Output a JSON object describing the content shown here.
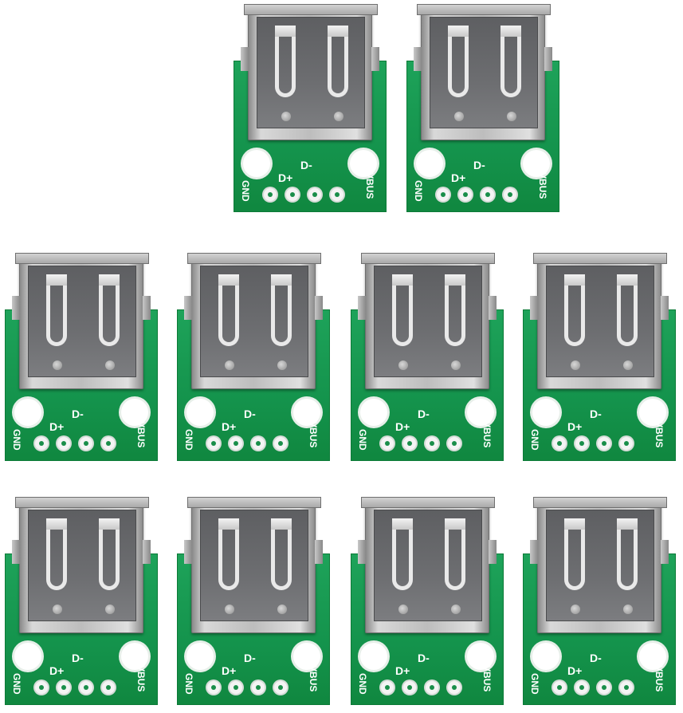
{
  "silkscreen": {
    "gnd": "GND",
    "d_plus": "D+",
    "d_minus": "D-",
    "vbus": "VBUS"
  },
  "colors": {
    "pcb_green": "#14934c",
    "usb_shell_silver": "#bdbdbd",
    "background": "#ffffff"
  },
  "boards": [
    {
      "id": "board-1"
    },
    {
      "id": "board-2"
    },
    {
      "id": "board-3"
    },
    {
      "id": "board-4"
    },
    {
      "id": "board-5"
    },
    {
      "id": "board-6"
    },
    {
      "id": "board-7"
    },
    {
      "id": "board-8"
    },
    {
      "id": "board-9"
    },
    {
      "id": "board-10"
    }
  ]
}
